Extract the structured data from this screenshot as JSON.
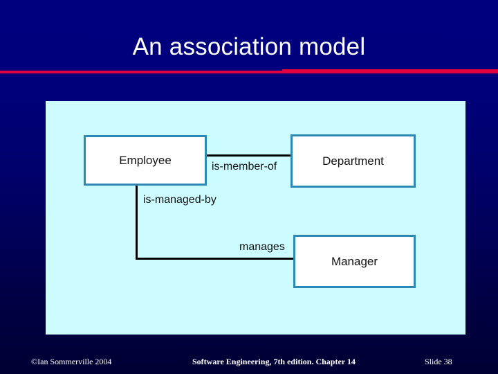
{
  "slide": {
    "title": "An association model",
    "background_color_top": "#000080",
    "background_color_bottom": "#000033",
    "accent_rule_color": "#E4003C"
  },
  "diagram": {
    "panel_color": "#CCFCFF",
    "box_border_color": "#2B89B4",
    "box_fill_color": "#FFFFFF",
    "line_color": "#000000",
    "entities": [
      {
        "id": "employee",
        "label": "Employee"
      },
      {
        "id": "department",
        "label": "Department"
      },
      {
        "id": "manager",
        "label": "Manager"
      }
    ],
    "associations": [
      {
        "id": "is-member-of",
        "label": "is-member-of",
        "from": "Employee",
        "to": "Department"
      },
      {
        "id": "is-managed-by",
        "label": "is-managed-by",
        "from": "Employee",
        "to": "Manager"
      },
      {
        "id": "manages",
        "label": "manages",
        "from": "Manager",
        "to": "Employee"
      }
    ]
  },
  "footer": {
    "copyright": "©Ian Sommerville 2004",
    "center": "Software Engineering, 7th edition. Chapter 14",
    "slide_number": "Slide  38"
  }
}
